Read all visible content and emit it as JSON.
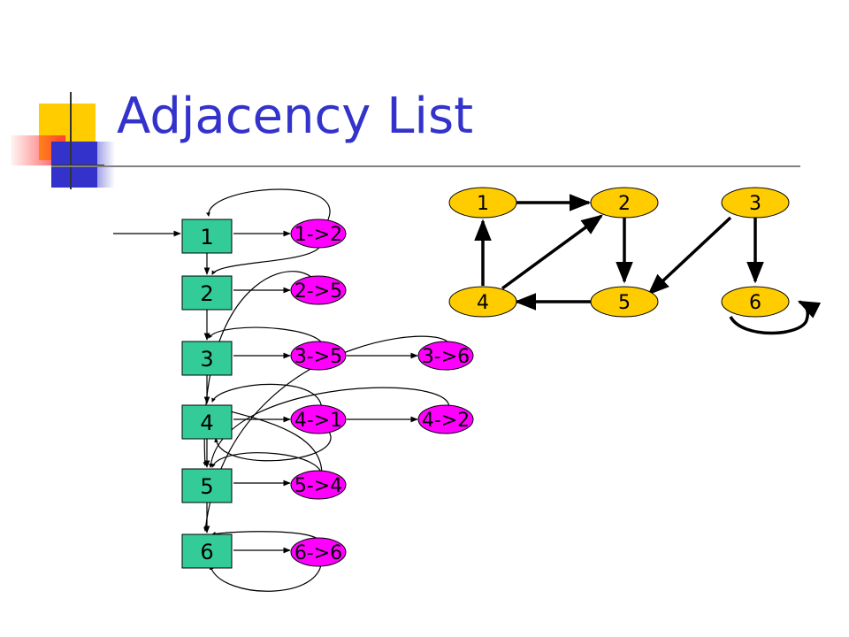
{
  "title": "Adjacency List",
  "colors": {
    "title": "#3333cc",
    "vertex_box": "#33cc99",
    "list_node": "#ff00ff",
    "graph_node": "#ffcc00",
    "deco_yellow": "#ffcc00",
    "deco_blue": "#3333cc",
    "deco_red": "#ff3333"
  },
  "adjacency": {
    "vertices": [
      "1",
      "2",
      "3",
      "4",
      "5",
      "6"
    ],
    "lists": [
      [
        "1->2"
      ],
      [
        "2->5"
      ],
      [
        "3->5",
        "3->6"
      ],
      [
        "4->1",
        "4->2"
      ],
      [
        "5->4"
      ],
      [
        "6->6"
      ]
    ]
  },
  "graph": {
    "nodes": [
      "1",
      "2",
      "3",
      "4",
      "5",
      "6"
    ],
    "edges": [
      [
        "1",
        "2"
      ],
      [
        "2",
        "5"
      ],
      [
        "3",
        "5"
      ],
      [
        "3",
        "6"
      ],
      [
        "4",
        "1"
      ],
      [
        "4",
        "2"
      ],
      [
        "5",
        "4"
      ],
      [
        "6",
        "6"
      ]
    ]
  }
}
